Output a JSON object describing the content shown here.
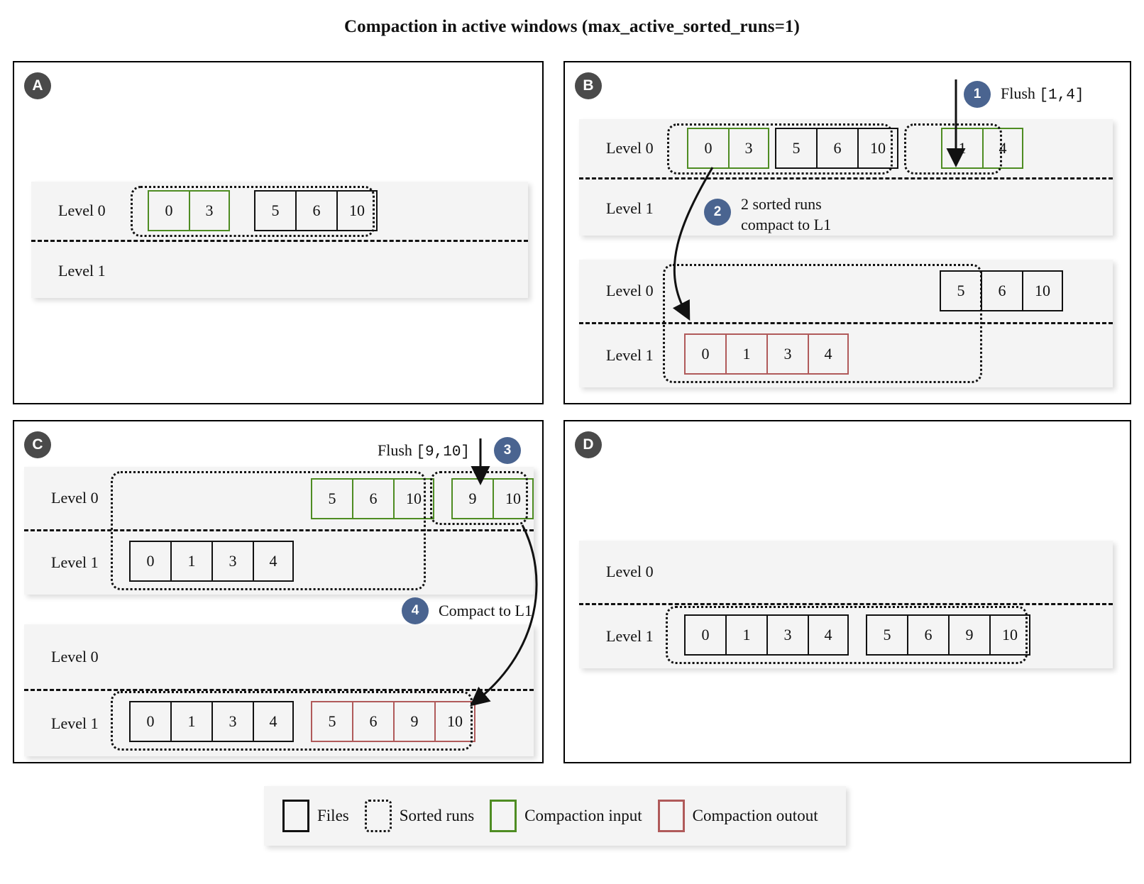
{
  "title": "Compaction in active windows (max_active_sorted_runs=1)",
  "level_labels": {
    "l0": "Level 0",
    "l1": "Level 1"
  },
  "panels": {
    "A": {
      "letter": "A",
      "level0_groups": [
        {
          "color": "green",
          "cells": [
            "0",
            "3"
          ]
        },
        {
          "color": "black",
          "cells": [
            "5",
            "6",
            "10"
          ]
        }
      ],
      "level1_groups": []
    },
    "B": {
      "letter": "B",
      "top": {
        "level0_run1": [
          {
            "color": "green",
            "cells": [
              "0",
              "3"
            ]
          },
          {
            "color": "black",
            "cells": [
              "5",
              "6",
              "10"
            ]
          }
        ],
        "level0_run2": [
          {
            "color": "green",
            "cells": [
              "1",
              "4"
            ]
          }
        ],
        "level1_groups": []
      },
      "bottom": {
        "level0_groups": [
          {
            "color": "black",
            "cells": [
              "5",
              "6",
              "10"
            ]
          }
        ],
        "level1_groups": [
          {
            "color": "red",
            "cells": [
              "0",
              "1",
              "3",
              "4"
            ]
          }
        ]
      },
      "step1_badge": "1",
      "step1_label": "Flush",
      "step1_range": "[1,4]",
      "step2_badge": "2",
      "step2_line1": "2 sorted runs",
      "step2_line2": "compact to L1"
    },
    "C": {
      "letter": "C",
      "top": {
        "level0_groups": [
          {
            "color": "green",
            "cells": [
              "5",
              "6",
              "10"
            ]
          }
        ],
        "level0_flush": [
          {
            "color": "green",
            "cells": [
              "9",
              "10"
            ]
          }
        ],
        "level1_groups": [
          {
            "color": "black",
            "cells": [
              "0",
              "1",
              "3",
              "4"
            ]
          }
        ]
      },
      "bottom": {
        "level0_groups": [],
        "level1_groups": [
          {
            "color": "black",
            "cells": [
              "0",
              "1",
              "3",
              "4"
            ]
          },
          {
            "color": "red",
            "cells": [
              "5",
              "6",
              "9",
              "10"
            ]
          }
        ]
      },
      "step3_badge": "3",
      "step3_label": "Flush",
      "step3_range": "[9,10]",
      "step4_badge": "4",
      "step4_label": "Compact to L1"
    },
    "D": {
      "letter": "D",
      "level0_groups": [],
      "level1_groups": [
        {
          "color": "black",
          "cells": [
            "0",
            "1",
            "3",
            "4"
          ]
        },
        {
          "color": "black",
          "cells": [
            "5",
            "6",
            "9",
            "10"
          ]
        }
      ]
    }
  },
  "legend": {
    "items": [
      {
        "swatch": "files-swatch",
        "label": "Files"
      },
      {
        "swatch": "sorted-runs-swatch",
        "label": "Sorted runs"
      },
      {
        "swatch": "compaction-input-swatch",
        "label": "Compaction input"
      },
      {
        "swatch": "compaction-output-swatch",
        "label": "Compaction outout"
      }
    ]
  },
  "colors": {
    "files": "#111111",
    "sorted_runs": "#111111",
    "compaction_input": "#4e8c22",
    "compaction_output": "#b05a5a",
    "step_badge": "#4a6490",
    "panel_badge": "#4a4a4a",
    "band": "#f4f4f4"
  }
}
